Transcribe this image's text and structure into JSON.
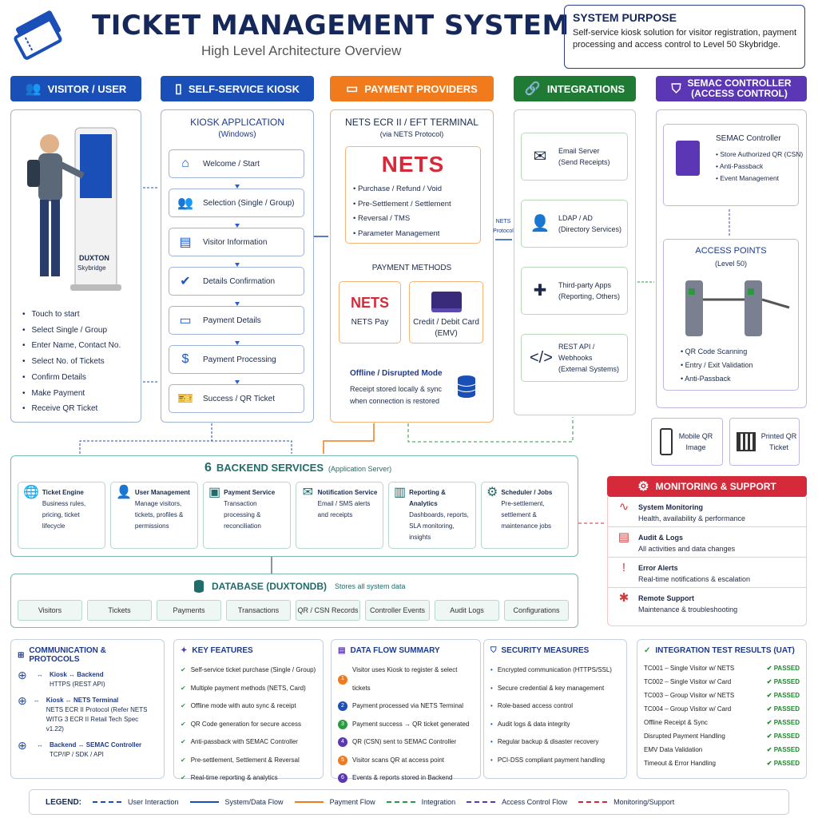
{
  "header": {
    "title": "TICKET MANAGEMENT SYSTEM",
    "subtitle": "High Level Architecture Overview"
  },
  "purpose": {
    "title": "SYSTEM PURPOSE",
    "text": "Self-service kiosk solution for visitor registration, payment processing and access control to Level 50 Skybridge."
  },
  "columns": {
    "visitor": {
      "label": "VISITOR / USER",
      "color": "#1b4fb8",
      "kiosk_brand": "DUXTON",
      "kiosk_sub": "Skybridge",
      "actions": [
        "Touch to start",
        "Select Single / Group",
        "Enter Name, Contact No.",
        "Select No. of Tickets",
        "Confirm Details",
        "Make Payment",
        "Receive QR Ticket"
      ]
    },
    "kiosk": {
      "label": "SELF-SERVICE KIOSK",
      "color": "#1b4fb8",
      "app_title": "KIOSK APPLICATION",
      "app_sub": "(Windows)",
      "steps": [
        {
          "label": "Welcome / Start",
          "icon": "home-icon"
        },
        {
          "label": "Selection (Single / Group)",
          "icon": "group-icon"
        },
        {
          "label": "Visitor Information",
          "icon": "id-card-icon"
        },
        {
          "label": "Details Confirmation",
          "icon": "check-icon"
        },
        {
          "label": "Payment Details",
          "icon": "card-icon"
        },
        {
          "label": "Payment Processing",
          "icon": "dollar-icon"
        },
        {
          "label": "Success / QR Ticket",
          "icon": "ticket-icon"
        }
      ]
    },
    "payment": {
      "label": "PAYMENT PROVIDERS",
      "color": "#f07a1c",
      "terminal_title": "NETS ECR II / EFT TERMINAL",
      "terminal_sub": "(via NETS Protocol)",
      "nets_logo": "NETS",
      "functions": [
        "Purchase / Refund / Void",
        "Pre-Settlement / Settlement",
        "Reversal / TMS",
        "Parameter Management"
      ],
      "methods_title": "PAYMENT METHODS",
      "method1": "NETS Pay",
      "method2": "Credit / Debit Card (EMV)",
      "offline_title": "Offline / Disrupted Mode",
      "offline_text": "Receipt stored locally & sync when connection is restored",
      "protocol_label": "NETS Protocol"
    },
    "integrations": {
      "label": "INTEGRATIONS",
      "color": "#1f7a34",
      "items": [
        {
          "title": "Email Server",
          "sub": "(Send Receipts)",
          "icon": "mail-icon"
        },
        {
          "title": "LDAP / AD",
          "sub": "(Directory Services)",
          "icon": "user-badge-icon"
        },
        {
          "title": "Third-party Apps",
          "sub": "(Reporting, Others)",
          "icon": "puzzle-icon"
        },
        {
          "title": "REST API / Webhooks",
          "sub": "(External Systems)",
          "icon": "code-icon"
        }
      ]
    },
    "semac": {
      "label": "SEMAC CONTROLLER (ACCESS CONTROL)",
      "color": "#5b36b5",
      "ctrl_title": "SEMAC Controller",
      "ctrl_items": [
        "Store Authorized QR (CSN)",
        "Anti-Passback",
        "Event Management"
      ],
      "ap_title": "ACCESS POINTS",
      "ap_sub": "(Level 50)",
      "ap_items": [
        "QR Code Scanning",
        "Entry / Exit Validation",
        "Anti-Passback"
      ],
      "mobile": "Mobile QR Image",
      "printed": "Printed QR Ticket"
    }
  },
  "backend": {
    "title": "BACKEND SERVICES",
    "sub": "(Application Server)",
    "services": [
      {
        "title": "Ticket Engine",
        "text": "Business rules, pricing, ticket lifecycle",
        "icon": "globe-search-icon"
      },
      {
        "title": "User Management",
        "text": "Manage visitors, tickets, profiles & permissions",
        "icon": "user-icon"
      },
      {
        "title": "Payment Service",
        "text": "Transaction processing & reconciliation",
        "icon": "wallet-icon"
      },
      {
        "title": "Notification Service",
        "text": "Email / SMS alerts and receipts",
        "icon": "mail-icon"
      },
      {
        "title": "Reporting & Analytics",
        "text": "Dashboards, reports, SLA monitoring, insights",
        "icon": "chart-icon"
      },
      {
        "title": "Scheduler / Jobs",
        "text": "Pre-settlement, settlement & maintenance jobs",
        "icon": "gear-icon"
      }
    ]
  },
  "database": {
    "title": "DATABASE (DUXTONDB)",
    "sub": "Stores all system data",
    "tables": [
      "Visitors",
      "Tickets",
      "Payments",
      "Transactions",
      "QR / CSN Records",
      "Controller Events",
      "Audit Logs",
      "Configurations"
    ]
  },
  "monitoring": {
    "title": "MONITORING & SUPPORT",
    "color": "#d52a3a",
    "items": [
      {
        "title": "System Monitoring",
        "text": "Health, availability & performance"
      },
      {
        "title": "Audit & Logs",
        "text": "All activities and data changes"
      },
      {
        "title": "Error Alerts",
        "text": "Real-time notifications & escalation"
      },
      {
        "title": "Remote Support",
        "text": "Maintenance & troubleshooting"
      }
    ]
  },
  "comms": {
    "title": "COMMUNICATION & PROTOCOLS",
    "items": [
      {
        "link": "Kiosk ↔ Backend",
        "detail": "HTTPS (REST API)"
      },
      {
        "link": "Kiosk ↔ NETS Terminal",
        "detail": "NETS ECR II Protocol (Refer NETS WITG 3 ECR II Retail Tech Spec v1.22)"
      },
      {
        "link": "Backend ↔ SEMAC Controller",
        "detail": "TCP/IP / SDK / API"
      }
    ]
  },
  "features": {
    "title": "KEY FEATURES",
    "items": [
      "Self-service ticket purchase (Single / Group)",
      "Multiple payment methods (NETS, Card)",
      "Offline mode with auto sync & receipt",
      "QR Code generation for secure access",
      "Anti-passback with SEMAC Controller",
      "Pre-settlement, Settlement & Reversal",
      "Real-time reporting & analytics"
    ]
  },
  "dataflow": {
    "title": "DATA FLOW SUMMARY",
    "items": [
      {
        "n": "1",
        "text": "Visitor uses Kiosk to register & select tickets",
        "color": "#f07a1c"
      },
      {
        "n": "2",
        "text": "Payment processed via NETS Terminal",
        "color": "#1b4fb8"
      },
      {
        "n": "3",
        "text": "Payment success → QR ticket generated",
        "color": "#2b9a3e"
      },
      {
        "n": "4",
        "text": "QR (CSN) sent to SEMAC Controller",
        "color": "#5b36b5"
      },
      {
        "n": "5",
        "text": "Visitor scans QR at access point",
        "color": "#f07a1c"
      },
      {
        "n": "6",
        "text": "Events & reports stored in Backend",
        "color": "#5b36b5"
      }
    ]
  },
  "security": {
    "title": "SECURITY MEASURES",
    "items": [
      "Encrypted communication (HTTPS/SSL)",
      "Secure credential & key management",
      "Role-based access control",
      "Audit logs & data integrity",
      "Regular backup & disaster recovery",
      "PCI-DSS compliant payment handling"
    ]
  },
  "uat": {
    "title": "INTEGRATION TEST RESULTS (UAT)",
    "status": "PASSED",
    "items": [
      "TC001 – Single Visitor w/ NETS",
      "TC002 – Single Visitor w/ Card",
      "TC003 – Group Visitor w/ NETS",
      "TC004 – Group Visitor w/ Card",
      "Offline Receipt & Sync",
      "Disrupted Payment Handling",
      "EMV Data Validation",
      "Timeout & Error Handling"
    ]
  },
  "legend": {
    "label": "LEGEND:",
    "items": [
      {
        "text": "User Interaction",
        "color": "#1b4fb8"
      },
      {
        "text": "System/Data Flow",
        "color": "#1b4fb8"
      },
      {
        "text": "Payment Flow",
        "color": "#f07a1c"
      },
      {
        "text": "Integration",
        "color": "#2b9a3e"
      },
      {
        "text": "Access Control Flow",
        "color": "#5b36b5"
      },
      {
        "text": "Monitoring/Support",
        "color": "#d52a3a"
      }
    ]
  }
}
